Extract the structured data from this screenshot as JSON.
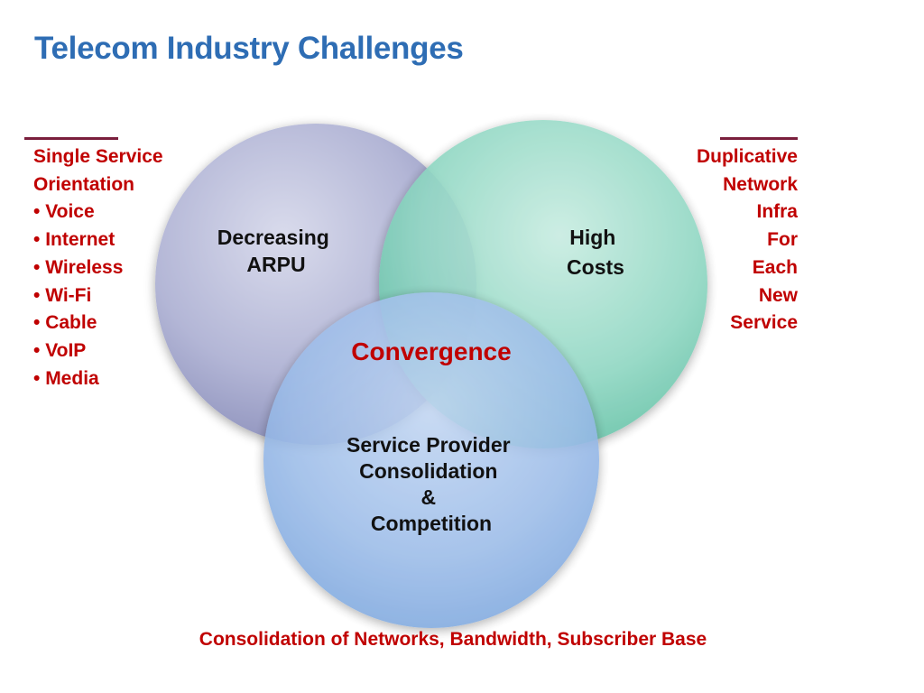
{
  "title": "Telecom Industry Challenges",
  "colors": {
    "title": "#2e6db4",
    "accent_red": "#c00000",
    "rule": "#7a1f3d",
    "circle_left": "#a3a7cc",
    "circle_right": "#78cfb8",
    "circle_bottom": "#8fb5e6",
    "text": "#111111"
  },
  "left_panel": {
    "heading": [
      "Single Service",
      "Orientation"
    ],
    "items": [
      "Voice",
      "Internet",
      "Wireless",
      "Wi-Fi",
      "Cable",
      "VoIP",
      "Media"
    ]
  },
  "right_panel": {
    "lines": [
      "Duplicative",
      "Network",
      "Infra",
      "For",
      "Each",
      "New",
      "Service"
    ]
  },
  "circles": {
    "left": {
      "label": [
        "Decreasing",
        "ARPU"
      ]
    },
    "right": {
      "label": [
        "High",
        "Costs"
      ]
    },
    "bottom": {
      "label": [
        "Service Provider",
        "Consolidation",
        "&",
        "Competition"
      ]
    },
    "center": {
      "label": "Convergence"
    }
  },
  "caption": "Consolidation of Networks, Bandwidth, Subscriber Base"
}
